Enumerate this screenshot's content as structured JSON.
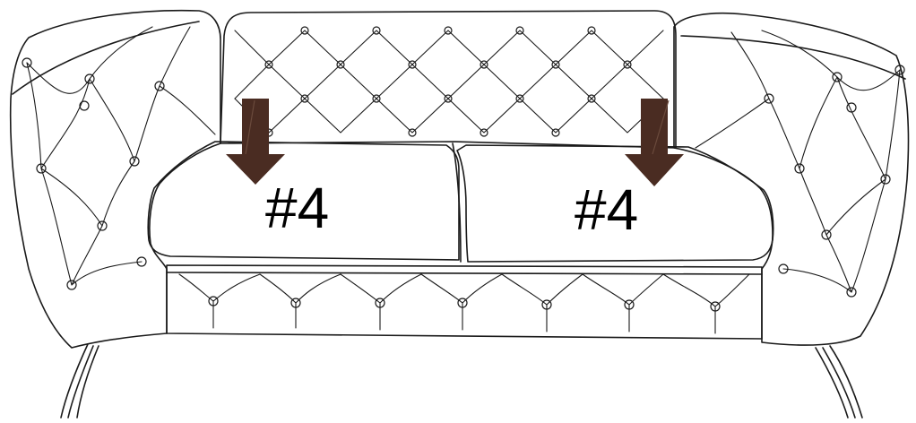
{
  "diagram": {
    "subject": "tufted-loveseat-line-drawing",
    "colors": {
      "line": "#1a1a1a",
      "arrow": "#4a2c22",
      "background": "#ffffff"
    },
    "markers": [
      {
        "label": "#4",
        "arrow_direction": "down"
      },
      {
        "label": "#4",
        "arrow_direction": "down"
      }
    ]
  }
}
